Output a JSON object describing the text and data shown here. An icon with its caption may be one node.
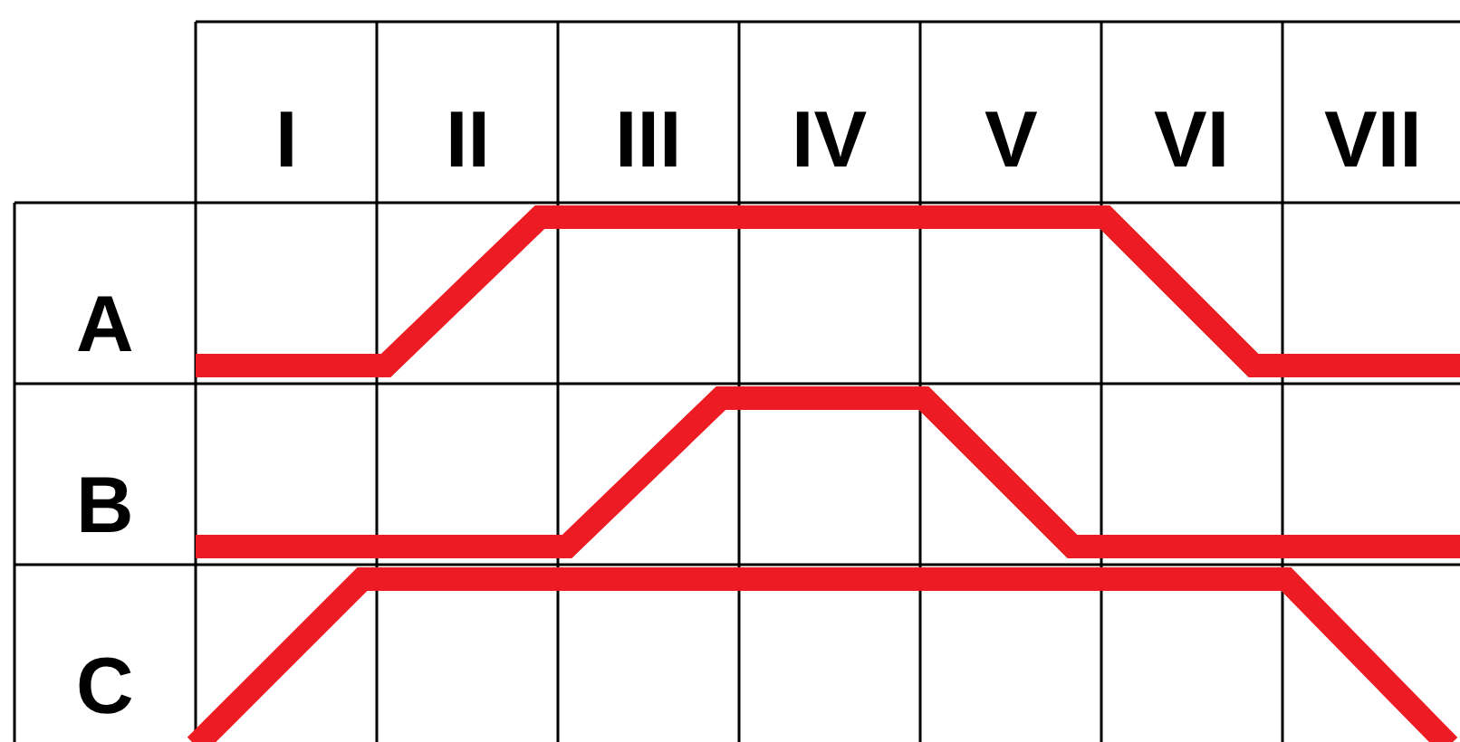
{
  "diagram": {
    "labels": [
      "I",
      "II",
      "III",
      "IV",
      "V",
      "VI",
      "VII",
      "A",
      "B",
      "C"
    ]
  }
}
